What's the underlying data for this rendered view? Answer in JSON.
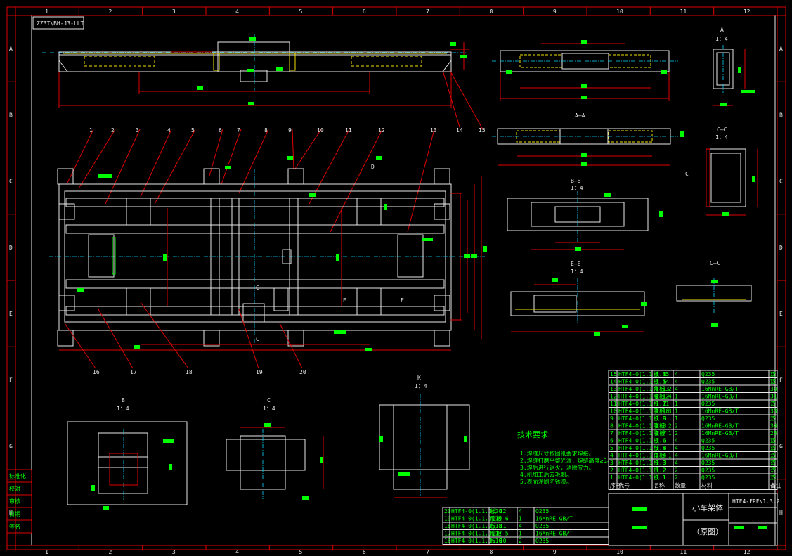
{
  "sheet": {
    "drawing_code_top": "ZZ3T\\BH-J3-LLT",
    "drawing_code_box": "HTF4-FPF\\1.3.2",
    "title": "小车架体",
    "subtitle": "（原图）",
    "tech_heading": "技术要求",
    "tech_notes": [
      "1.焊缝尺寸按图纸要求焊接。",
      "2.焊缝打磨平整光滑，焊缝高度≥5。",
      "3.焊后进行退火，消除应力。",
      "4.机加工后去毛刺。",
      "5.表面涂刷防锈漆。"
    ]
  },
  "grid": {
    "columns": [
      "1",
      "2",
      "3",
      "4",
      "5",
      "6",
      "7",
      "8",
      "9",
      "10",
      "11",
      "12"
    ],
    "rows": [
      "A",
      "B",
      "C",
      "D",
      "E",
      "F",
      "G",
      "H"
    ]
  },
  "views": {
    "section_aa": "A—A",
    "section_bb": "B—B",
    "section_cc": "C—C",
    "section_ee": "E—E",
    "view_a": "A",
    "view_b": "B",
    "view_c": "C",
    "view_d": "D",
    "view_k": "K",
    "scale": "1：4"
  },
  "balloons_top": [
    "1",
    "2",
    "3",
    "4",
    "5",
    "6",
    "7",
    "8",
    "9",
    "10",
    "11",
    "12",
    "13",
    "14",
    "15"
  ],
  "balloons_bottom": [
    "16",
    "17",
    "18",
    "19",
    "20"
  ],
  "left_labels": [
    "标准化",
    "校对",
    "审核",
    "日期",
    "签名"
  ],
  "bom_right": [
    [
      "15",
      "HTF4-0(1.1.1.15",
      "板 4",
      "4",
      "Q235",
      "双"
    ],
    [
      "14",
      "HTF4-0(1.1.1.14",
      "板 5",
      "4",
      "Q235",
      "双"
    ],
    [
      "13",
      "HTF4-0(1.1.1.13",
      "角板 2",
      "4",
      "16MnRE-GB/T",
      "30"
    ],
    [
      "12",
      "HTF4-0(1.1.1.12",
      "腹板 4",
      "1",
      "16MnRE-GB/T",
      "31"
    ],
    [
      "11",
      "HTF4-0(1.1.1.11",
      "板 7",
      "1",
      "Q235",
      "双"
    ],
    [
      "10",
      "HTF4-0(1.1.1.10",
      "腹板 3",
      "1",
      "16MnRE-GB/T",
      "33"
    ],
    [
      "9",
      "HTF4-0(1.1.1.9",
      "板 6",
      "1",
      "Q235",
      "双"
    ],
    [
      "8",
      "HTF4-0(1.1.1.8",
      "腹板 2",
      "2",
      "16MnRE-GB/T",
      "34"
    ],
    [
      "7",
      "HTF4-0(1.1.1.7",
      "腹板 1",
      "2",
      "16MnRE-GB/T",
      "25"
    ],
    [
      "6",
      "HTF4-0(1.1.1.6",
      "板 6",
      "4",
      "Q235",
      "双"
    ],
    [
      "5",
      "HTF4-0(1.1.1.5",
      "板 4",
      "4",
      "Q235",
      "双"
    ],
    [
      "4",
      "HTF4-0(1.1.1.4",
      "角板 1",
      "4",
      "16MnRE-GB/T",
      "双"
    ],
    [
      "3",
      "HTF4-0(1.1.1.3",
      "板 3",
      "4",
      "Q235",
      "双"
    ],
    [
      "2",
      "HTF4-0(1.1.1.2",
      "板 2",
      "2",
      "Q235",
      "双"
    ],
    [
      "1",
      "HTF4-0(1.1.1.1",
      "板 1",
      "2",
      "Q235",
      "双"
    ]
  ],
  "bom_left": [
    [
      "20",
      "HTF4-0(1.1.1.20",
      "板 12",
      "4",
      "Q235"
    ],
    [
      "19",
      "HTF4-0(1.1.1.19",
      "腹板 6",
      "1",
      "16MnRE-GB/T"
    ],
    [
      "18",
      "HTF4-0(1.1.1.18",
      "板 11",
      "4",
      "Q235"
    ],
    [
      "17",
      "HTF4-0(1.1.1.17",
      "腹板 5",
      "1",
      "16MnRE-GB/T"
    ],
    [
      "16",
      "HTF4-0(1.1.1.16",
      "板 10",
      "2",
      "Q235"
    ]
  ],
  "bom_header": [
    "序号",
    "代号",
    "名称",
    "数量",
    "材料",
    "备注"
  ]
}
